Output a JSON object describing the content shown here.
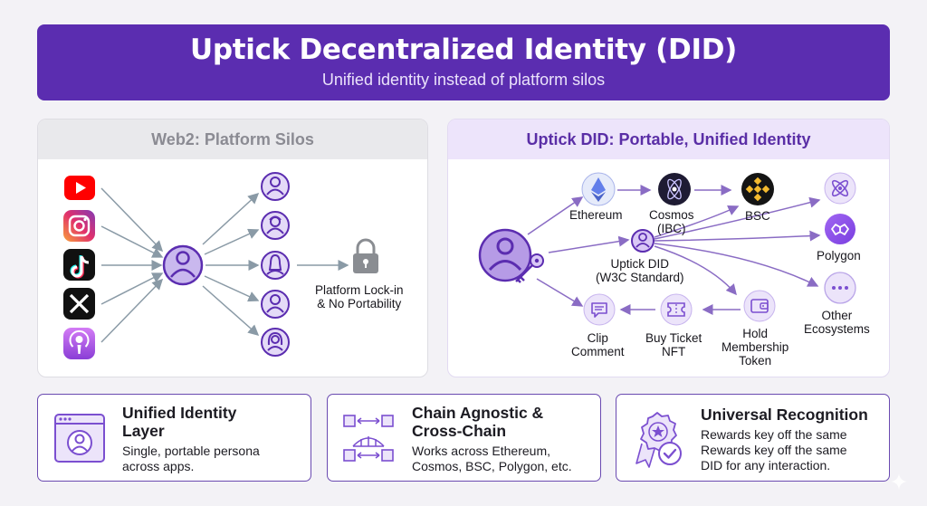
{
  "header": {
    "title": "Uptick Decentralized Identity (DID)",
    "subtitle": "Unified identity instead of platform silos"
  },
  "web2": {
    "heading": "Web2: Platform Silos",
    "platforms": [
      "youtube-icon",
      "instagram-icon",
      "tiktok-icon",
      "x-icon",
      "podcasts-icon"
    ],
    "lock_label": [
      "Platform Lock-in",
      "& No Portability"
    ]
  },
  "did": {
    "heading": "Uptick DID: Portable, Unified Identity",
    "center_label": [
      "Uptick DID",
      "(W3C Standard)"
    ],
    "chains": {
      "ethereum": "Ethereum",
      "cosmos": [
        "Cosmos",
        "(IBC)"
      ],
      "bsc": "BSC",
      "polygon": "Polygon",
      "other": [
        "Other",
        "Ecosystems"
      ]
    },
    "actions": {
      "clip": [
        "Clip",
        "Comment"
      ],
      "ticket": [
        "Buy Ticket",
        "NFT"
      ],
      "membership": [
        "Hold",
        "Membership",
        "Token"
      ]
    }
  },
  "cards": [
    {
      "title": [
        "Unified Identity",
        "Layer"
      ],
      "desc": [
        "Single, portable persona",
        "across apps."
      ]
    },
    {
      "title": [
        "Chain Agnostic &",
        "Cross-Chain"
      ],
      "desc": [
        "Works across Ethereum,",
        "Cosmos, BSC, Polygon, etc."
      ]
    },
    {
      "title": [
        "Universal Recognition"
      ],
      "desc": [
        "Rewards key off the same",
        "Rewards key off the same",
        "DID for any interaction."
      ]
    }
  ],
  "colors": {
    "brand_purple": "#5b2db0",
    "accent_purple": "#7b4fd0",
    "youtube": "#ff0000",
    "bsc_gold": "#f3ba2f"
  }
}
